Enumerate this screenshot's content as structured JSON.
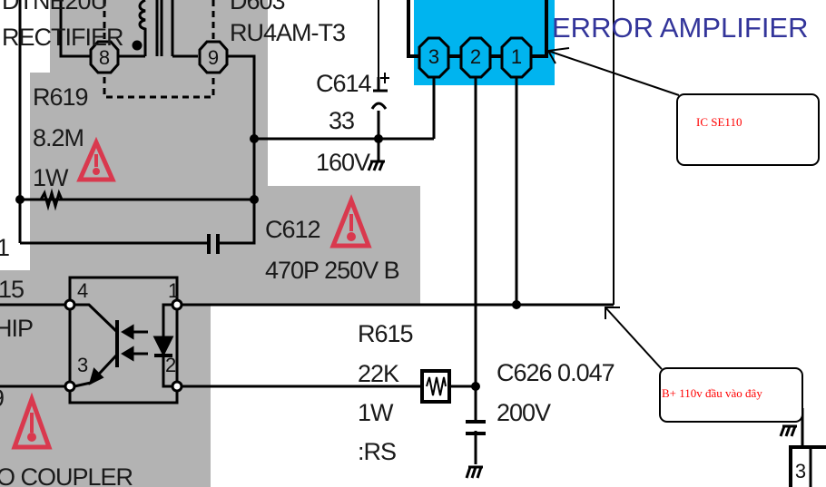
{
  "diagram": {
    "title": "Power supply schematic — error amplifier and opto coupler section (annotated)",
    "colors": {
      "ic_highlight": "#00b4ef",
      "shaded_region": "#b3b3b3",
      "warning": "#d9394e",
      "title_text": "#33359a",
      "callout_text": "#ff0000",
      "wire": "#000000"
    },
    "labels": {
      "rectifier_top": "DTNE20U",
      "rectifier": "RECTIFIER",
      "diode_top": "D603",
      "diode_part": "RU4AM-T3",
      "error_amp": "ERROR AMPLIFIER",
      "left_edge_1": "1",
      "left_edge_15": "15",
      "left_edge_chip": "HIP",
      "left_edge_9": "9",
      "opto_coupler": "O COUPLER"
    },
    "components": {
      "r619": {
        "ref": "R619",
        "value": "8.2M",
        "power": "1W"
      },
      "c614": {
        "ref": "C614",
        "value": "33",
        "voltage": "160V"
      },
      "c612": {
        "ref": "C612",
        "value": "470P 250V B"
      },
      "r615": {
        "ref": "R615",
        "value": "22K",
        "power": "1W",
        "type": ":RS"
      },
      "c626": {
        "ref": "C626 0.047",
        "voltage": "200V"
      }
    },
    "transformer_pins": [
      "8",
      "9"
    ],
    "ic_pins": [
      "3",
      "2",
      "1"
    ],
    "opto_pins": [
      "4",
      "1",
      "3",
      "2"
    ],
    "connector_pins": [
      "3"
    ],
    "callouts": [
      {
        "id": "ic",
        "text": "IC SE110"
      },
      {
        "id": "bplus",
        "text": "B+ 110v đầu vào đây"
      }
    ],
    "warning_icons": 3
  }
}
